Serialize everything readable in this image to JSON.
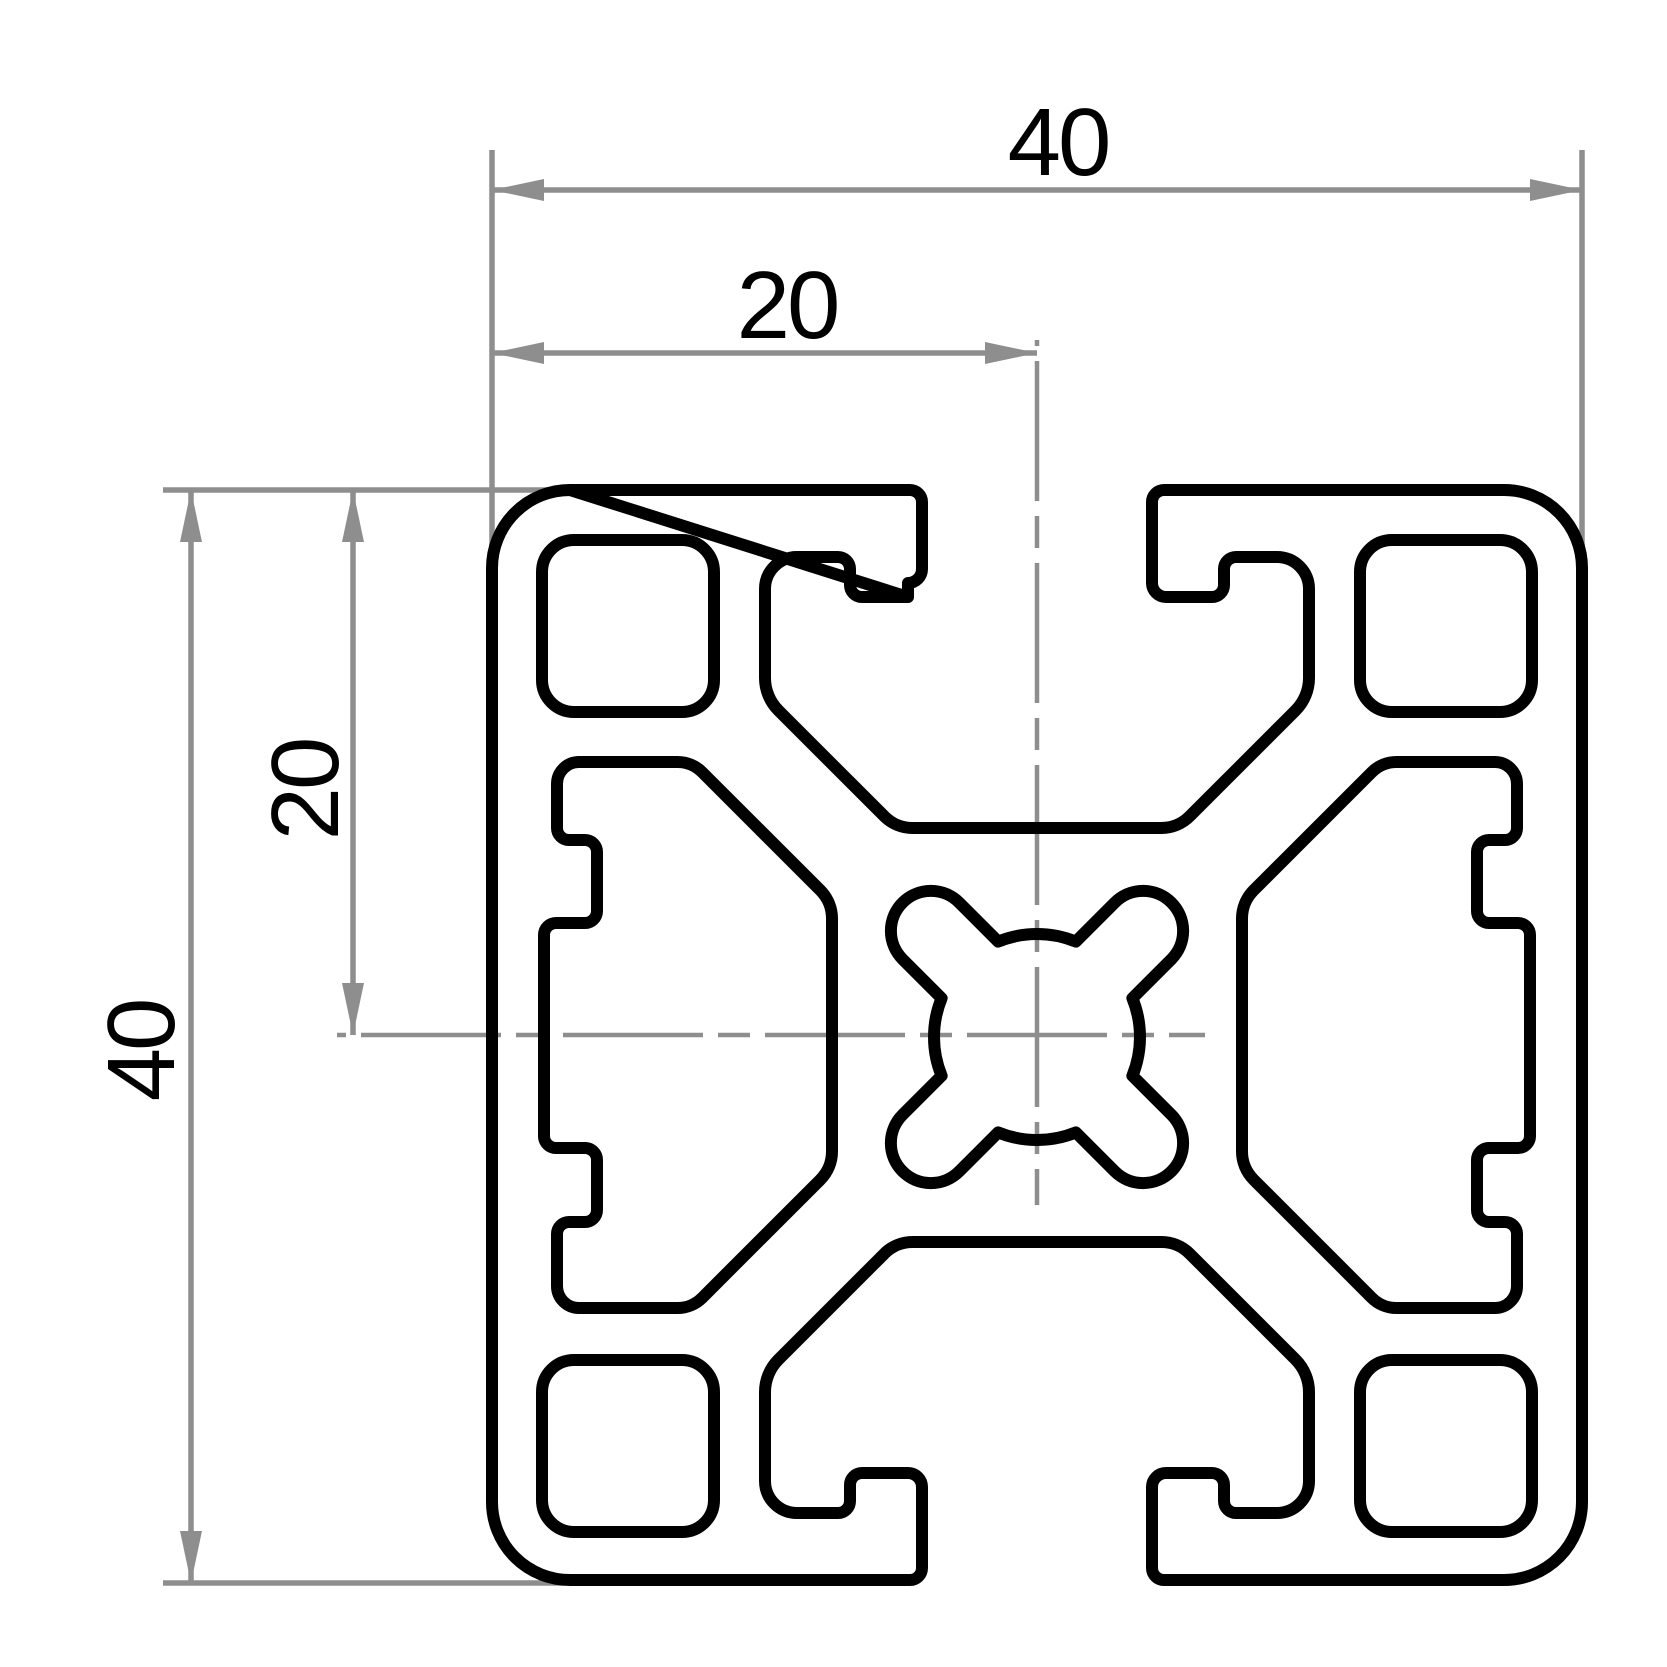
{
  "drawing": {
    "kind": "technical-cross-section",
    "subject": "aluminium-extrusion-profile-40x40-t-slot",
    "colors": {
      "background": "#ffffff",
      "profile_outline": "#000000",
      "dimension_lines": "#8e8e8e",
      "dimension_text": "#000000"
    },
    "dimensions": {
      "overall_width": "40",
      "half_width": "20",
      "overall_height": "40",
      "half_height": "20"
    }
  }
}
